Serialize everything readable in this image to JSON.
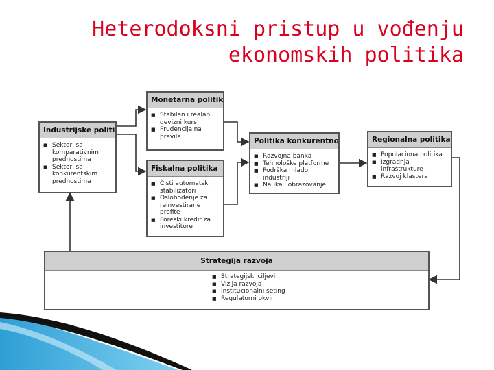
{
  "slide": {
    "title_line1": "Heterodoksni pristup u vođenju",
    "title_line2": "ekonomskih politika"
  },
  "diagram": {
    "monetarna": {
      "title": "Monetarna politika",
      "items": [
        "Stabilan i realan devizni kurs",
        "Prudencijalna pravila"
      ]
    },
    "industrijske": {
      "title": "Industrijske politike",
      "items": [
        "Sektori sa komparativnim prednostima",
        "Sektori sa konkurentskim prednostima"
      ]
    },
    "fiskalna": {
      "title": "Fiskalna politika",
      "items": [
        "Čisti automatski stabilizatori",
        "Oslobođenje za reinvestirane profite",
        "Poreski kredit za investitore"
      ]
    },
    "konkurentnost": {
      "title": "Politika konkurentnosti",
      "items": [
        "Razvojna banka",
        "Tehnološke platforme",
        "Podrška mladoj industriji",
        "Nauka i obrazovanje"
      ]
    },
    "regionalna": {
      "title": "Regionalna politika",
      "items": [
        "Populaciona politika",
        "Izgradnja infrastrukture",
        "Razvoj klastera"
      ]
    },
    "strategija": {
      "title": "Strategija razvoja",
      "items": [
        "Strategijski ciljevi",
        "Vizija razvoja",
        "Institucionalni seting",
        "Regulatorni okvir"
      ]
    }
  }
}
